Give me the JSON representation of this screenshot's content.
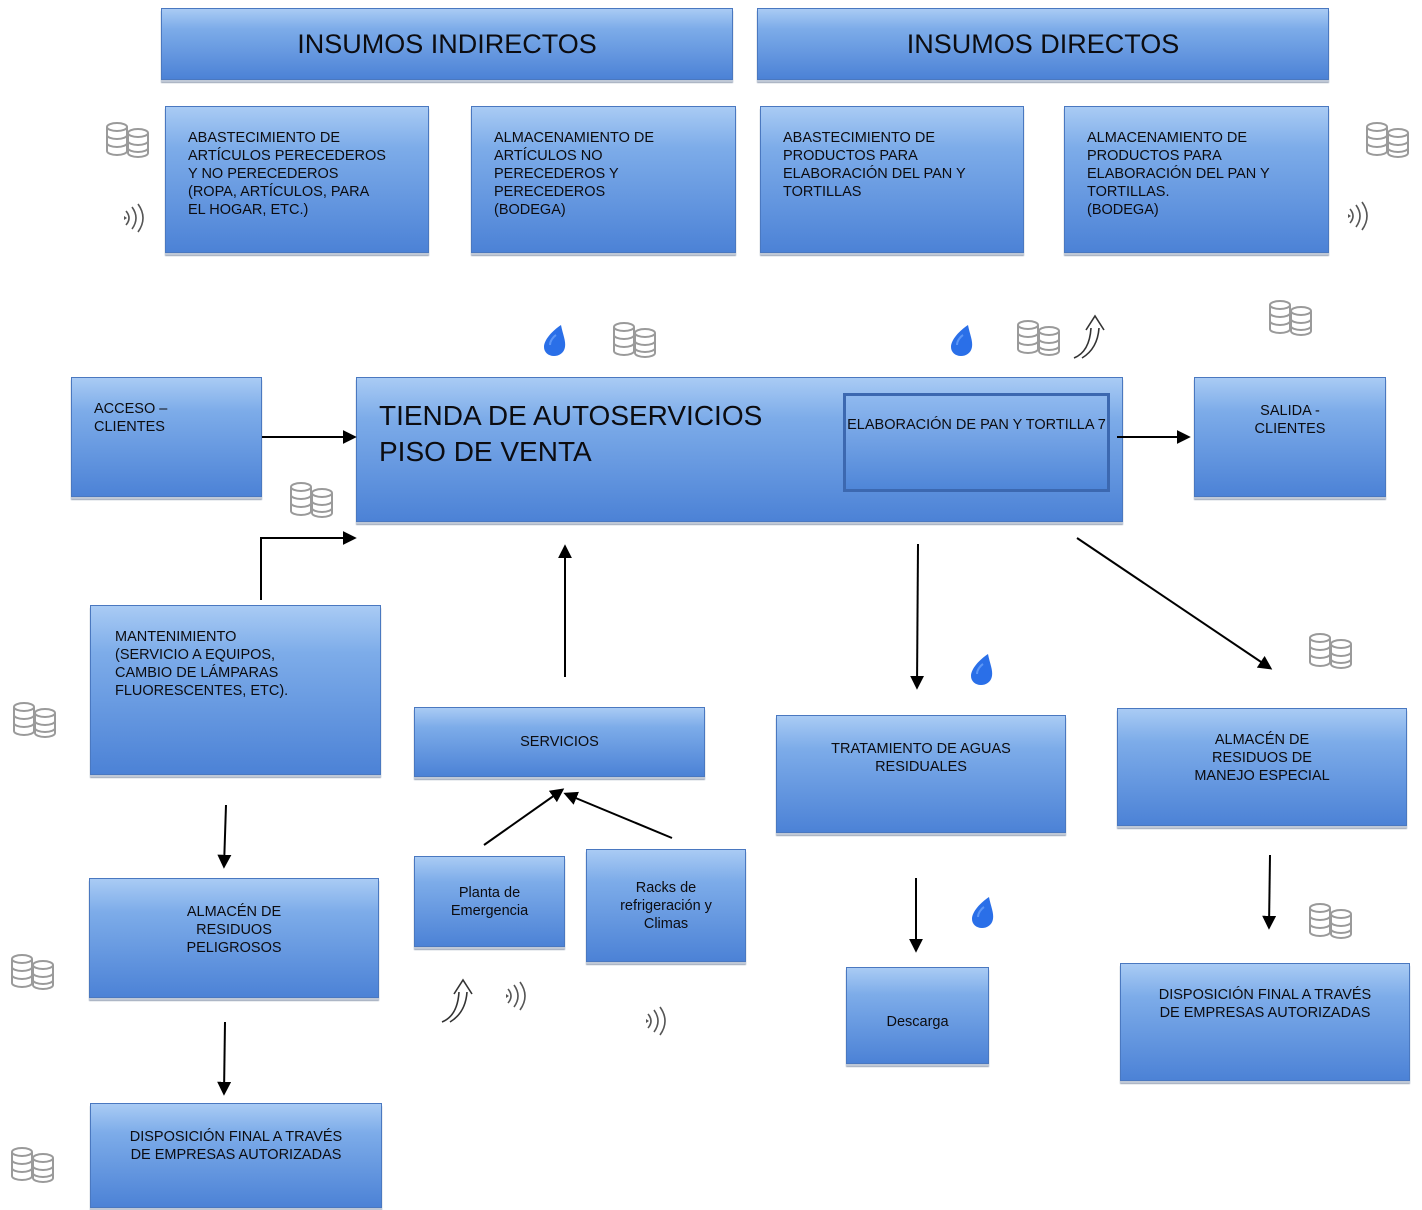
{
  "headers": {
    "indirect": "INSUMOS INDIRECTOS",
    "direct": "INSUMOS DIRECTOS"
  },
  "supply_boxes": [
    "ABASTECIMIENTO DE\nARTÍCULOS PERECEDEROS\nY  NO PERECEDEROS\n(ROPA, ARTÍCULOS, PARA\nEL HOGAR, ETC.)",
    "ALMACENAMIENTO DE\nARTÍCULOS  NO\nPERECEDEROS Y\nPERECEDEROS\n(BODEGA)",
    "ABASTECIMIENTO DE\nPRODUCTOS PARA\nELABORACIÓN DEL PAN Y\nTORTILLAS",
    "ALMACENAMIENTO DE\nPRODUCTOS PARA\nELABORACIÓN DEL PAN Y\nTORTILLAS.\n(BODEGA)"
  ],
  "store": {
    "title": "TIENDA DE AUTOSERVICIOS\nPISO DE VENTA",
    "bakery": "ELABORACIÓN  DE PAN Y\nTORTILLA 7"
  },
  "access": "ACCESO –\nCLIENTES",
  "exit": "SALIDA -\nCLIENTES",
  "maintenance": "MANTENIMIENTO\n(SERVICIO A EQUIPOS,\nCAMBIO DE LÁMPARAS\nFLUORESCENTES, ETC).",
  "hazardous_storage": "ALMACÉN DE\nRESIDUOS\nPELIGROSOS",
  "disposal_left": "DISPOSICIÓN FINAL A TRAVÉS\nDE EMPRESAS AUTORIZADAS",
  "services": "SERVICIOS",
  "emergency_plant": "Planta de\nEmergencia",
  "racks": "Racks de\nrefrigeración y\nClimas",
  "water_treatment": "TRATAMIENTO DE AGUAS\nRESIDUALES",
  "discharge": "Descarga",
  "special_storage": "ALMACÉN DE\nRESIDUOS DE\nMANEJO ESPECIAL",
  "disposal_right": "DISPOSICIÓN FINAL A TRAVÉS\nDE EMPRESAS AUTORIZADAS",
  "colors": {
    "box_top": "#a9cbf4",
    "box_bottom": "#4c82d6",
    "water_drop": "#2a6fe8",
    "icon_gray": "#9a9a9a"
  },
  "icons": [
    "waste-drum-icon",
    "water-drop-icon",
    "noise-icon",
    "emission-icon"
  ]
}
